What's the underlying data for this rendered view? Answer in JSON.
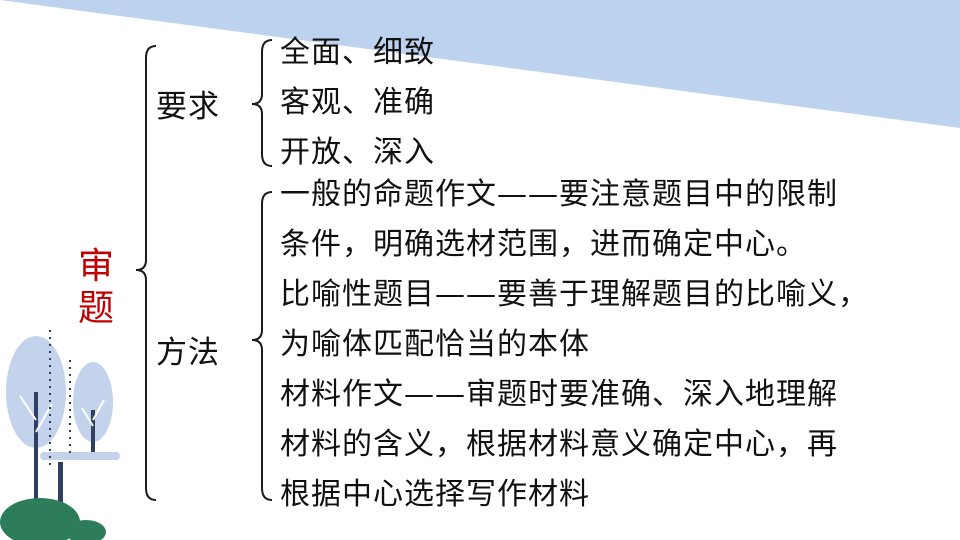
{
  "colors": {
    "banner": "#bcd2ee",
    "root_text": "#c00000",
    "text": "#111111",
    "bracket": "#1a1a1a",
    "tree_blue": "#c3d3ec",
    "tree_trunk": "#2f3e63",
    "bush_green": "#2e7d5a"
  },
  "root": {
    "char1": "审",
    "char2": "题"
  },
  "branches": [
    {
      "label": "要求",
      "items": [
        "全面、细致",
        "客观、准确",
        "开放、深入"
      ]
    },
    {
      "label": "方法",
      "lines": [
        "一般的命题作文——要注意题目中的限制",
        "条件，明确选材范围，进而确定中心。",
        "比喻性题目——要善于理解题目的比喻义，",
        "为喻体匹配恰当的本体",
        "材料作文——审题时要准确、深入地理解",
        "材料的含义，根据材料意义确定中心，再",
        "根据中心选择写作材料"
      ]
    }
  ],
  "decorations": {
    "top_right_shape": "light-blue-triangle-banner",
    "bottom_left_art": "winter-trees-illustration"
  }
}
